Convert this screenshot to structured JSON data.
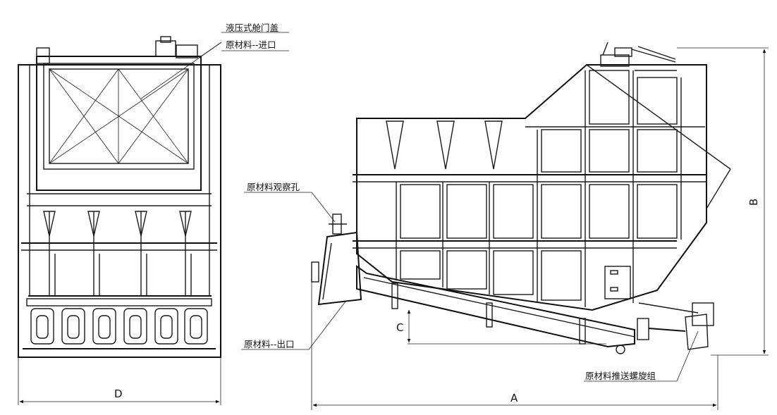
{
  "labels": {
    "hatch": "液压式舱门盖",
    "inlet": "原材料--进口",
    "window": "原材料观察孔",
    "outlet": "原材料--出口",
    "screw": "原材料推送螺旋组"
  },
  "dims": {
    "a": "A",
    "b": "B",
    "c": "C",
    "d": "D"
  }
}
